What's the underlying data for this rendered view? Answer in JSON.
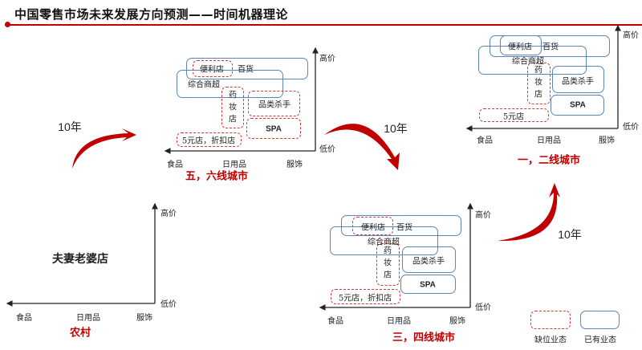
{
  "title": "中国零售市场未来发展方向预测——时间机器理论",
  "axis": {
    "high": "高价",
    "low": "低价",
    "x": [
      "食品",
      "日用品",
      "服饰"
    ]
  },
  "arrow_label": "10年",
  "panels": {
    "tier56": {
      "title": "五，六线城市",
      "department": "百货",
      "convenience": "便利店",
      "hypermarket": "综合商超",
      "drugstore": "药妆店",
      "category_killer": "品类杀手",
      "spa": "SPA",
      "discount": "5元店，折扣店"
    },
    "tier12": {
      "title": "一，二线城市",
      "department": "百货",
      "convenience": "便利店",
      "hypermarket": "综合商超",
      "drugstore": "药妆店",
      "category_killer": "品类杀手",
      "spa": "SPA",
      "discount": "5元店"
    },
    "tier34": {
      "title": "三，四线城市",
      "department": "百货",
      "convenience": "便利店",
      "hypermarket": "综合商超",
      "drugstore": "药妆店",
      "category_killer": "品类杀手",
      "spa": "SPA",
      "discount": "5元店，折扣店"
    },
    "rural": {
      "title": "农村",
      "store": "夫妻老婆店"
    }
  },
  "legend": {
    "missing": "缺位业态",
    "existing": "已有业态"
  },
  "colors": {
    "accent": "#c00000",
    "existing": "#5b86b8",
    "missing": "#d03a3a"
  }
}
